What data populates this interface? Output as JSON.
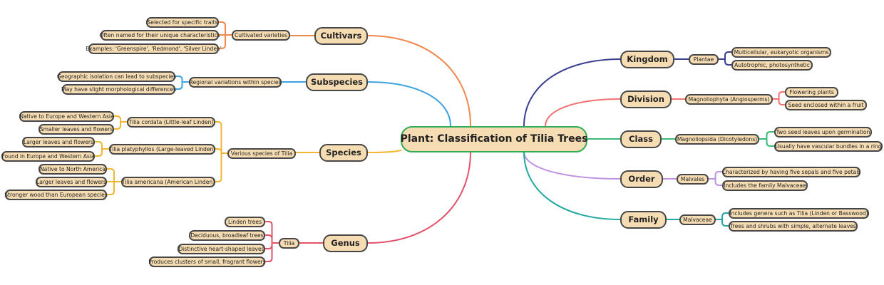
{
  "root": {
    "label": "Plant: Classification of Tilia Trees",
    "border_color": "#2fae55"
  },
  "branches": [
    {
      "label": "Cultivars",
      "color": "#f0884e",
      "children": [
        {
          "label": "Cultivated varieties",
          "children": [
            {
              "label": "Selected for specific traits"
            },
            {
              "label": "Often named for their unique characteristics"
            },
            {
              "label": "Examples: 'Greenspire', 'Redmond', 'Silver Linden'"
            }
          ]
        }
      ]
    },
    {
      "label": "Subspecies",
      "color": "#3ea2e2",
      "children": [
        {
          "label": "Regional variations within species",
          "children": [
            {
              "label": "Geographic isolation can lead to subspecies"
            },
            {
              "label": "May have slight morphological differences"
            }
          ]
        }
      ]
    },
    {
      "label": "Species",
      "color": "#f0b630",
      "children": [
        {
          "label": "Various species of Tilia",
          "children": [
            {
              "label": "Tilia cordata (Little-leaf Linden)",
              "children": [
                {
                  "label": "Native to Europe and Western Asia"
                },
                {
                  "label": "Smaller leaves and flowers"
                }
              ]
            },
            {
              "label": "Tilia platyphyllos (Large-leaved Linden)",
              "children": [
                {
                  "label": "Larger leaves and flowers"
                },
                {
                  "label": "Found in Europe and Western Asia"
                }
              ]
            },
            {
              "label": "Tilia americana (American Linden)",
              "children": [
                {
                  "label": "Native to North America"
                },
                {
                  "label": "Larger leaves and flowers"
                },
                {
                  "label": "Stronger wood than European species"
                }
              ]
            }
          ]
        }
      ]
    },
    {
      "label": "Genus",
      "color": "#e2506a",
      "children": [
        {
          "label": "Tilia",
          "children": [
            {
              "label": "Linden trees"
            },
            {
              "label": "Deciduous, broadleaf trees"
            },
            {
              "label": "Distinctive heart-shaped leaves"
            },
            {
              "label": "Produces clusters of small, fragrant flowers"
            }
          ]
        }
      ]
    },
    {
      "label": "Kingdom",
      "color": "#3a3f90",
      "children": [
        {
          "label": "Plantae",
          "children": [
            {
              "label": "Multicellular, eukaryotic organisms"
            },
            {
              "label": "Autotrophic, photosynthetic"
            }
          ]
        }
      ]
    },
    {
      "label": "Division",
      "color": "#f27272",
      "children": [
        {
          "label": "Magnoliophyta (Angiosperms)",
          "children": [
            {
              "label": "Flowering plants"
            },
            {
              "label": "Seed enclosed within a fruit"
            }
          ]
        }
      ]
    },
    {
      "label": "Class",
      "color": "#3cb878",
      "children": [
        {
          "label": "Magnoliopsida (Dicotyledons)",
          "children": [
            {
              "label": "Two seed leaves upon germination"
            },
            {
              "label": "Usually have vascular bundles in a ring"
            }
          ]
        }
      ]
    },
    {
      "label": "Order",
      "color": "#c292e2",
      "children": [
        {
          "label": "Malvales",
          "children": [
            {
              "label": "Characterized by having five sepals and five petals"
            },
            {
              "label": "Includes the family Malvaceae"
            }
          ]
        }
      ]
    },
    {
      "label": "Family",
      "color": "#22a8a0",
      "children": [
        {
          "label": "Malvaceae",
          "children": [
            {
              "label": "Includes genera such as Tilia (Linden or Basswood)"
            },
            {
              "label": "Trees and shrubs with simple, alternate leaves"
            }
          ]
        }
      ]
    }
  ]
}
